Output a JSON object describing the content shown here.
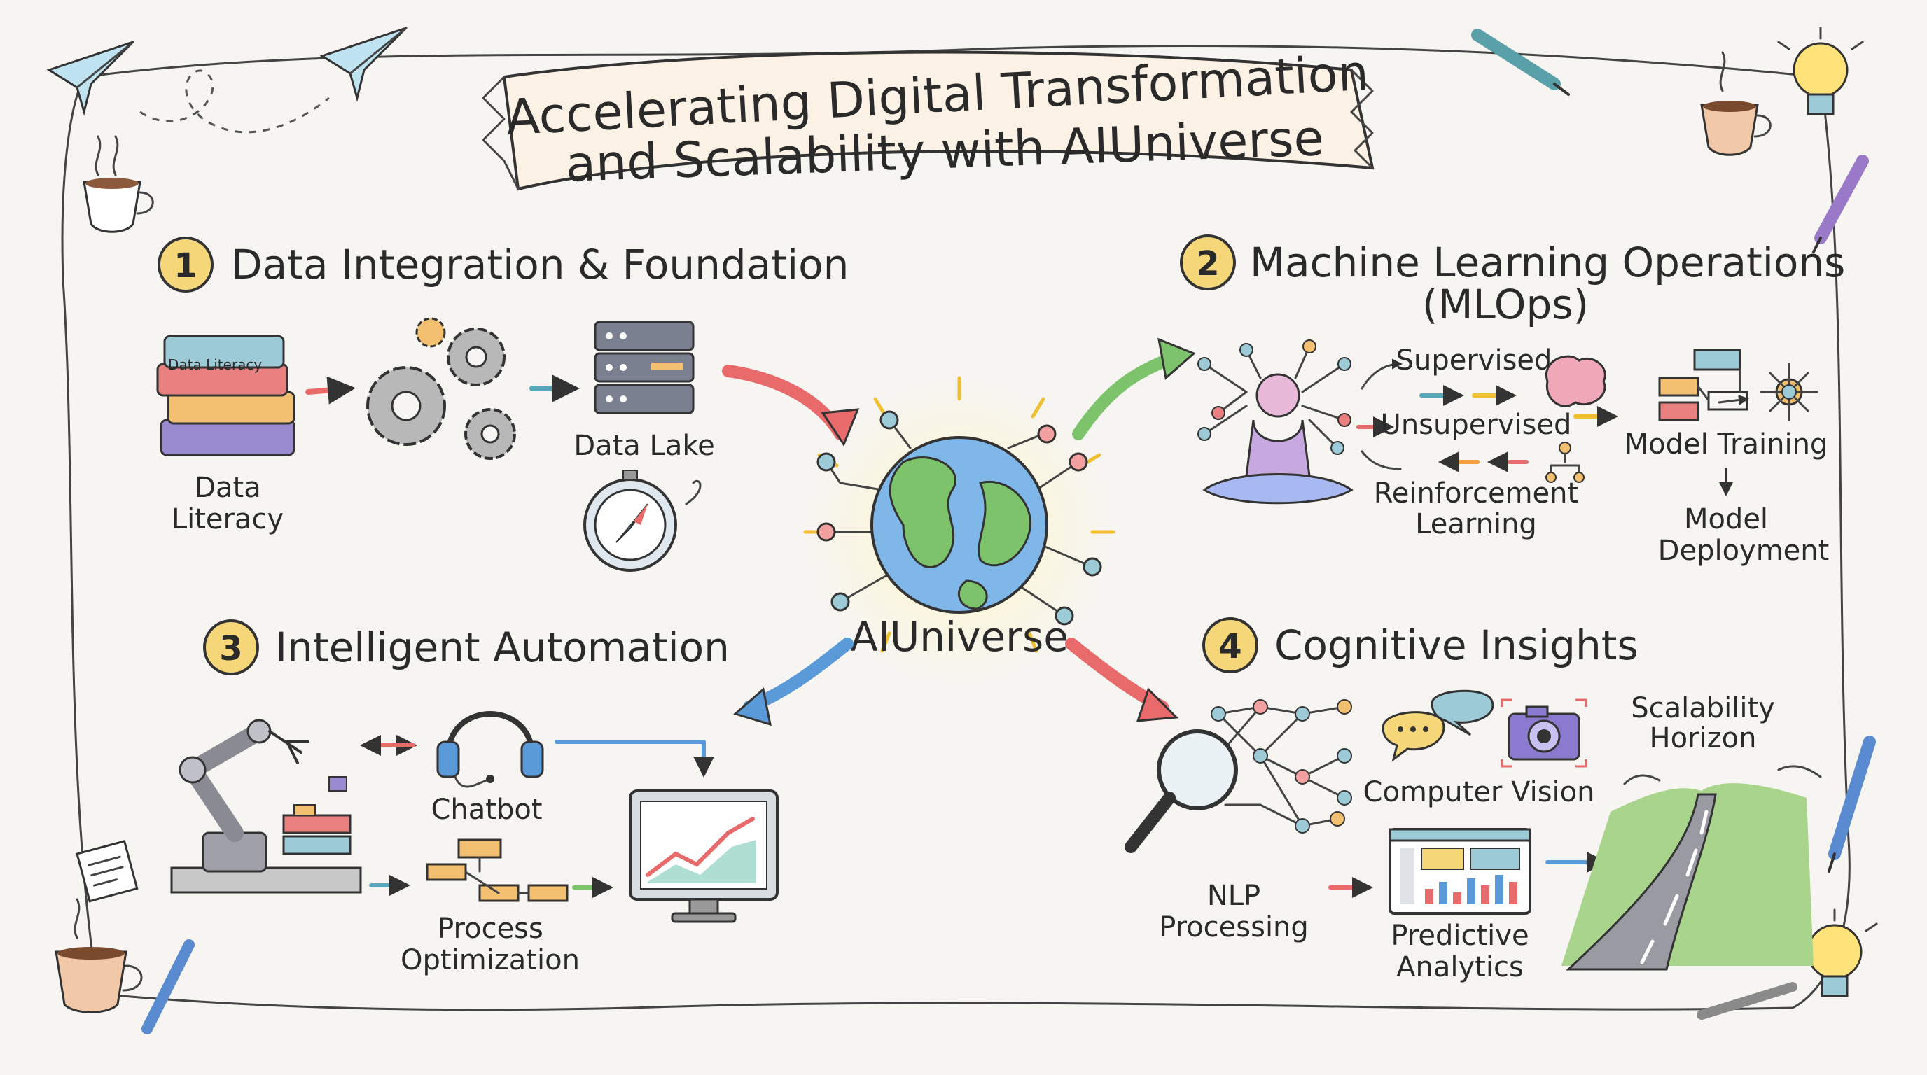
{
  "title": {
    "line1": "Accelerating Digital Transformation",
    "line2": "and Scalability with AIUniverse"
  },
  "center": {
    "label": "AIUniverse",
    "icon": "globe-network-icon"
  },
  "sections": [
    {
      "number": "1",
      "title": "Data Integration & Foundation",
      "items": {
        "books_spine": "Data Literacy",
        "literacy_1": "Data",
        "literacy_2": "Literacy",
        "data_lake": "Data Lake"
      }
    },
    {
      "number": "2",
      "title_line1": "Machine Learning Operations",
      "title_line2": "(MLOps)",
      "items": {
        "supervised": "Supervised",
        "unsupervised": "Unsupervised",
        "reinforcement_1": "Reinforcement",
        "reinforcement_2": "Learning",
        "model_training": "Model Training",
        "deployment_1": "Model",
        "deployment_2": "Deployment"
      }
    },
    {
      "number": "3",
      "title": "Intelligent Automation",
      "items": {
        "chatbot": "Chatbot",
        "process_1": "Process",
        "process_2": "Optimization"
      }
    },
    {
      "number": "4",
      "title": "Cognitive Insights",
      "items": {
        "computer_vision": "Computer Vision",
        "nlp_1": "NLP",
        "nlp_2": "Processing",
        "predictive_1": "Predictive",
        "predictive_2": "Analytics",
        "horizon_1": "Scalability",
        "horizon_2": "Horizon"
      }
    }
  ],
  "colors": {
    "badge": "#f5d77a",
    "arrow_red": "#e86a6a",
    "arrow_green": "#7cc36b",
    "arrow_blue": "#5a9ad8",
    "small_teal": "#56a7b8",
    "small_orange": "#f0a040",
    "banner": "#fbf1e4"
  }
}
